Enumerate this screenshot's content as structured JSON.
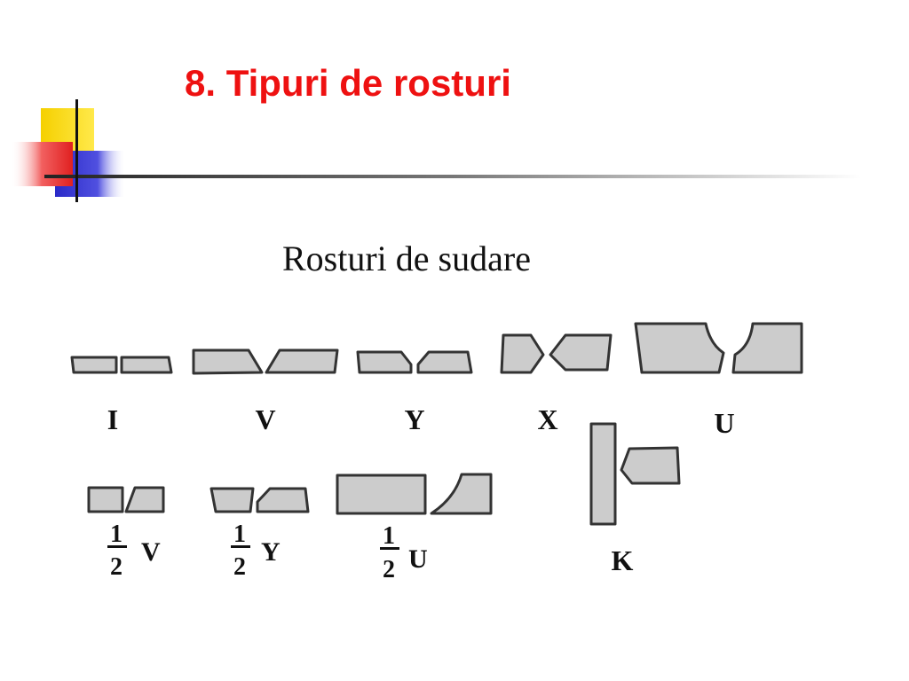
{
  "slide": {
    "title": "8. Tipuri de rosturi",
    "subtitle": "Rosturi de sudare"
  },
  "joints": {
    "I": "I",
    "V": "V",
    "Y": "Y",
    "X": "X",
    "U": "U",
    "K": "K",
    "half_V": {
      "num": "1",
      "den": "2",
      "letter": "V"
    },
    "half_Y": {
      "num": "1",
      "den": "2",
      "letter": "Y"
    },
    "half_U": {
      "num": "1",
      "den": "2",
      "letter": "U"
    }
  },
  "colors": {
    "title": "#ee1111",
    "plate_fill": "#cccccc",
    "plate_stroke": "#333333",
    "deco_yellow": "#f5d000",
    "deco_blue": "#3535d0",
    "deco_red": "#f26060"
  }
}
